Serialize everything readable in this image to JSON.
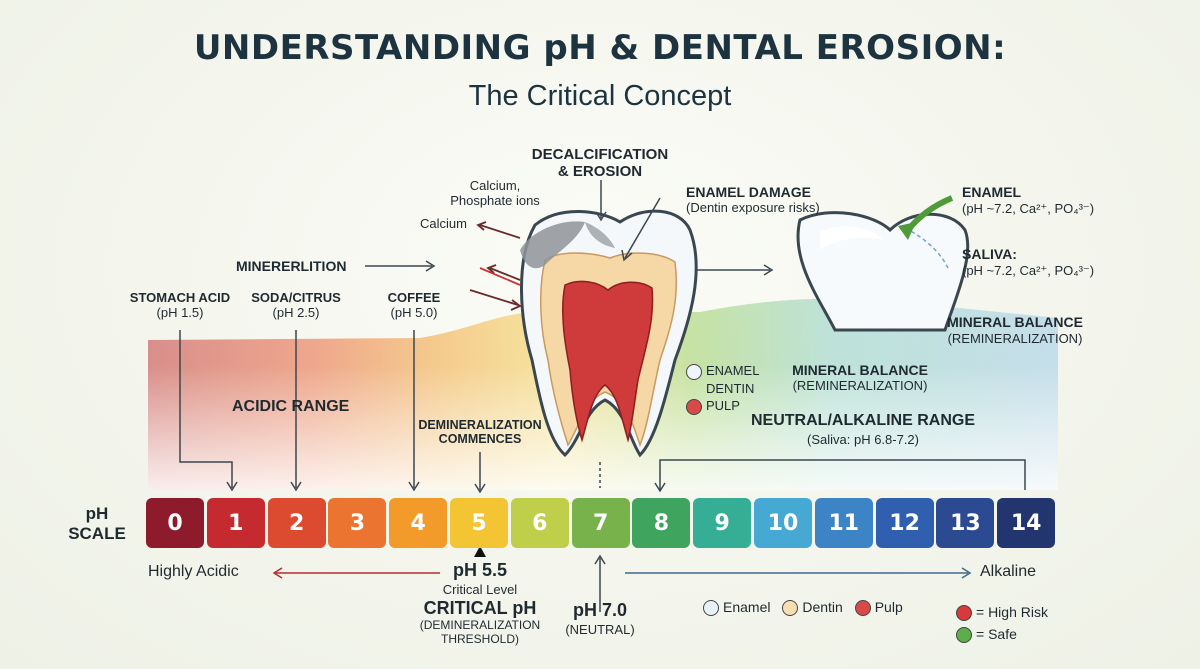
{
  "header": {
    "title": "UNDERSTANDING pH & DENTAL EROSION:",
    "subtitle": "The Critical Concept"
  },
  "annotations": {
    "decalcification": "DECALCIFICATION\n& EROSION",
    "calcium_phosphate": "Calcium,\nPhosphate ions",
    "calcium": "Calcium",
    "minerelition": "MINERERLITION",
    "enamel_damage": "ENAMEL DAMAGE",
    "enamel_damage_sub": "(Dentin exposure risks)",
    "enamel_right": "ENAMEL",
    "enamel_right_sub": "(pH ~7.2, Ca²⁺, PO₄³⁻)",
    "saliva": "SALIVA:",
    "saliva_sub": "(pH ~7.2, Ca²⁺, PO₄³⁻)",
    "mineral_balance_right": "MINERAL BALANCE",
    "mineral_balance_right_sub": "(REMINERALIZATION)",
    "mineral_balance_mid": "MINERAL BALANCE",
    "mineral_balance_mid_sub": "(REMINERALIZATION)",
    "stomach_acid": "STOMACH ACID",
    "stomach_acid_sub": "(pH 1.5)",
    "soda": "SODA/CITRUS",
    "soda_sub": "(pH 2.5)",
    "coffee": "COFFEE",
    "coffee_sub": "(pH 5.0)",
    "acidic_range": "ACIDIC RANGE",
    "demineralization": "DEMINERALIZATION\nCOMMENCES",
    "neutral_range": "NEUTRAL/ALKALINE RANGE",
    "neutral_range_sub": "(Saliva: pH 6.8-7.2)",
    "tooth_legend_enamel": "ENAMEL",
    "tooth_legend_dentin": "DENTIN",
    "tooth_legend_pulp": "PULP",
    "ph_scale": "pH\nSCALE",
    "highly_acidic": "Highly Acidic",
    "alkaline": "Alkaline",
    "ph55": "pH 5.5",
    "critical_level": "Critical Level",
    "critical_ph": "CRITICAL pH",
    "critical_ph_sub": "(DEMINERALIZATION\nTHRESHOLD)",
    "ph70": "pH 7.0",
    "neutral": "(NEUTRAL)"
  },
  "scale": {
    "values": [
      "0",
      "1",
      "2",
      "3",
      "4",
      "5",
      "6",
      "7",
      "8",
      "9",
      "10",
      "11",
      "12",
      "13",
      "14"
    ],
    "colors": [
      "#8e1b2c",
      "#c42a30",
      "#dc4a2f",
      "#ea7430",
      "#f29a2a",
      "#f3c534",
      "#bfcf4a",
      "#78b24a",
      "#3fa45e",
      "#36ae95",
      "#46a9d3",
      "#3d84c6",
      "#2f5fae",
      "#2c4a92",
      "#23356f"
    ]
  },
  "legend": {
    "enamel": "Enamel",
    "dentin": "Dentin",
    "pulp": "Pulp",
    "high_risk": "= High Risk",
    "safe": "= Safe",
    "colors": {
      "enamel": "#e8f1f8",
      "dentin": "#f7dfb3",
      "pulp": "#d84a48",
      "high_risk": "#d63a3a",
      "safe": "#5cae4a"
    }
  }
}
